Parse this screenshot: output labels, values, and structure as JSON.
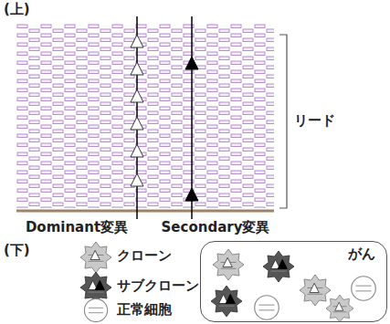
{
  "diagram": {
    "nodes": [
      {
        "text": [
          "がん"
        ]
      }
    ],
    "labels": [
      "(上)",
      "リード",
      "Dominant変異",
      "Secondary変異",
      "(下)"
    ],
    "legend": [
      {
        "text": "クローン"
      },
      {
        "text": "サブクローン"
      },
      {
        "text": "正常細胞"
      }
    ]
  }
}
